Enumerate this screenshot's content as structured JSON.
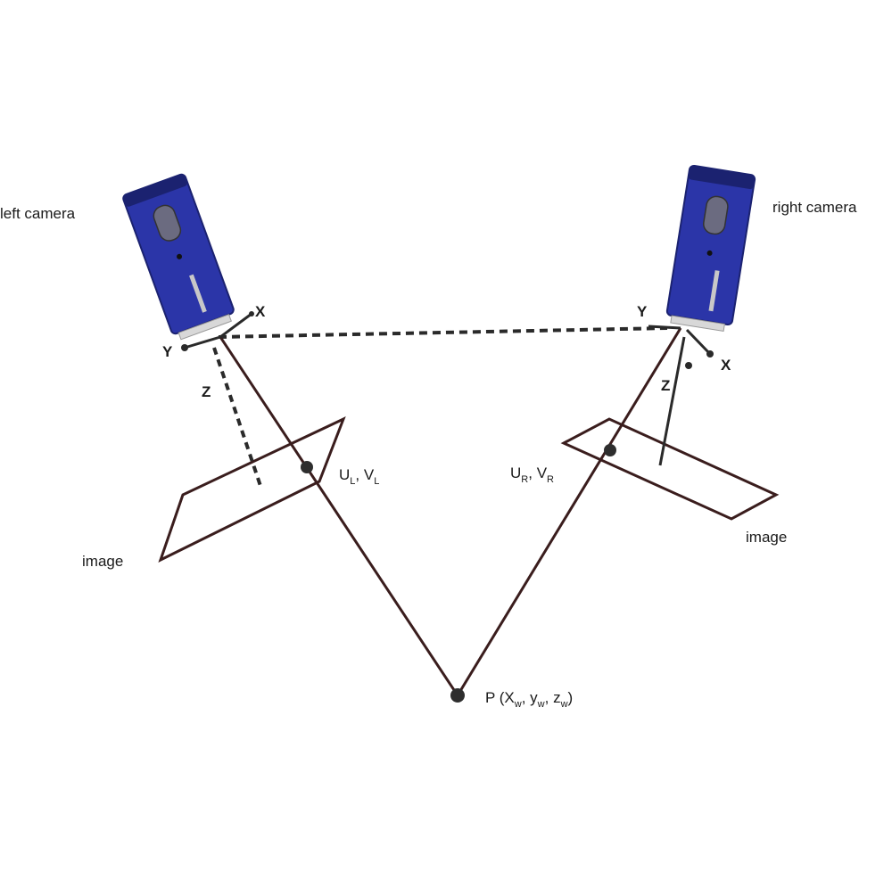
{
  "cameras": {
    "left": {
      "label": "left camera",
      "axes": {
        "x": "X",
        "y": "Y",
        "z": "Z"
      }
    },
    "right": {
      "label": "right camera",
      "axes": {
        "x": "X",
        "y": "Y",
        "z": "Z"
      }
    }
  },
  "image_planes": {
    "left": {
      "label": "image",
      "point_main": "U",
      "point_sub": "L",
      "point_sep": ", ",
      "point_main2": "V",
      "point_sub2": "L"
    },
    "right": {
      "label": "image",
      "point_main": "U",
      "point_sub": "R",
      "point_sep": ", ",
      "point_main2": "V",
      "point_sub2": "R"
    }
  },
  "world_point": {
    "prefix": "P (",
    "x": "X",
    "x_sub": "w",
    "sep1": ", ",
    "y": "y",
    "y_sub": "w",
    "sep2": ", ",
    "z": "z",
    "z_sub": "w",
    "suffix": ")"
  },
  "colors": {
    "camera_body": "#2b35a8",
    "camera_dark": "#1b2270",
    "ray": "#3a1d1d",
    "dashed": "#2a2a2a",
    "point": "#2e2e2e"
  }
}
